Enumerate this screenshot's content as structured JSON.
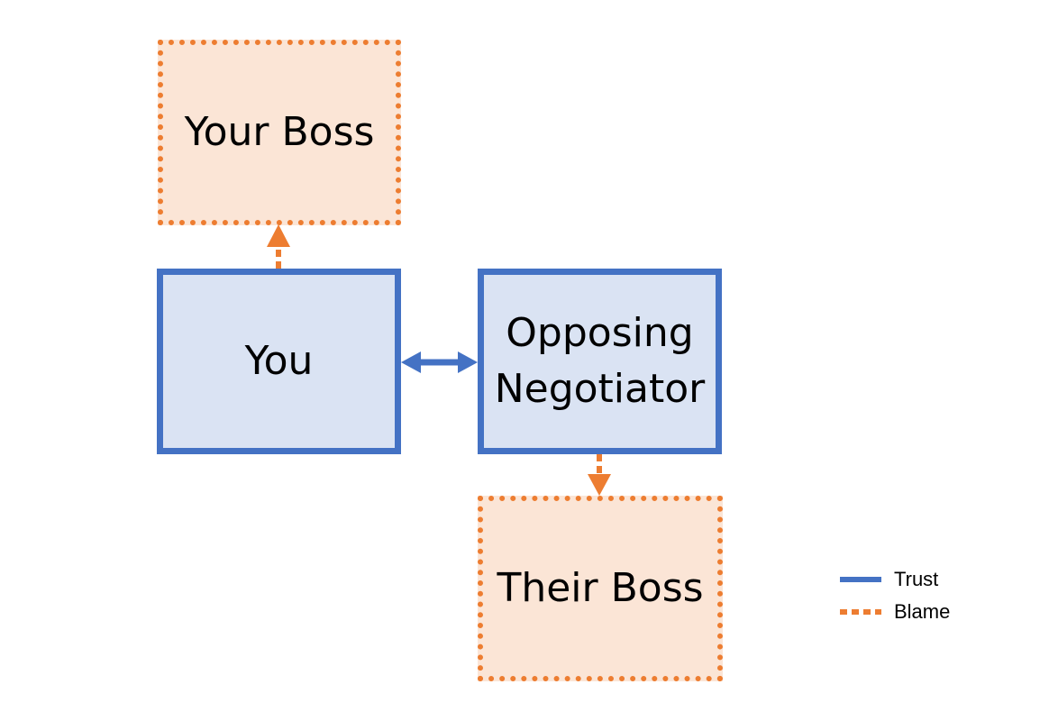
{
  "colors": {
    "trust": "#4472c4",
    "trust_fill": "#dae3f3",
    "blame": "#ed7d31",
    "blame_fill": "#fbe5d6"
  },
  "nodes": {
    "your_boss": "Your Boss",
    "you": "You",
    "opposing_line1": "Opposing",
    "opposing_line2": "Negotiator",
    "their_boss": "Their Boss"
  },
  "edges": [
    {
      "from": "You",
      "to": "Your Boss",
      "type": "Blame"
    },
    {
      "from": "You",
      "to": "Opposing Negotiator",
      "type": "Trust",
      "bidirectional": true
    },
    {
      "from": "Opposing Negotiator",
      "to": "Their Boss",
      "type": "Blame"
    }
  ],
  "legend": {
    "trust_label": "Trust",
    "blame_label": "Blame"
  }
}
